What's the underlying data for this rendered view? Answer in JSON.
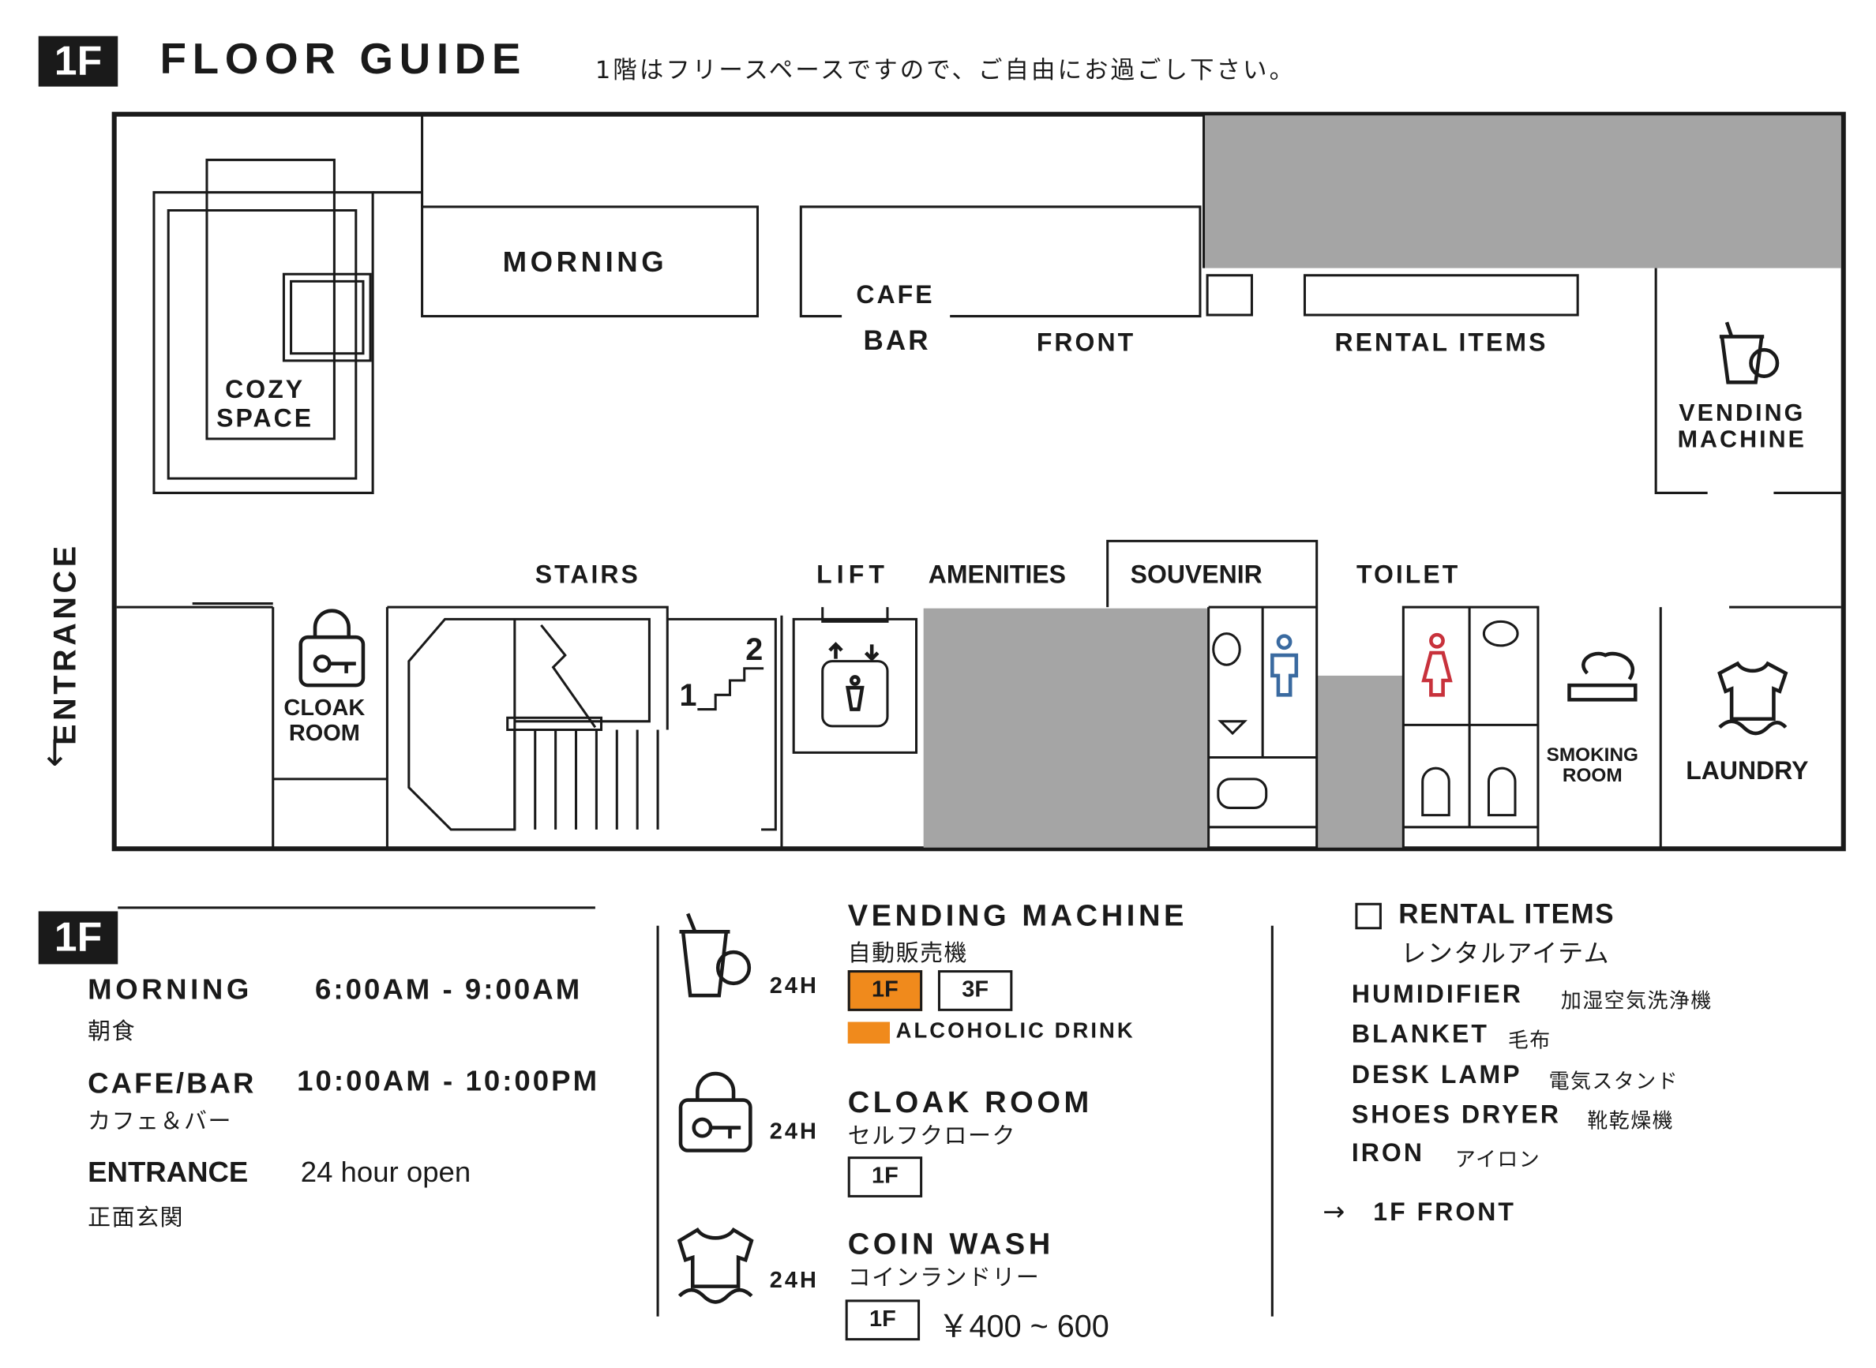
{
  "header": {
    "badge": "1F",
    "title": "FLOOR GUIDE",
    "subtitle": "1階はフリースペースですので、ご自由にお過ごし下さい。"
  },
  "plan": {
    "entrance": "ENTRANCE",
    "rooms": {
      "morning": "MORNING",
      "cafe": "CAFE",
      "bar": "BAR",
      "front": "FRONT",
      "rental_items": "RENTAL ITEMS",
      "cozy_line1": "COZY",
      "cozy_line2": "SPACE",
      "vending_line1": "VENDING",
      "vending_line2": "MACHINE",
      "stairs": "STAIRS",
      "lift": "LIFT",
      "amenities": "AMENITIES",
      "souvenir": "SOUVENIR",
      "toilet": "TOILET",
      "cloak_line1": "CLOAK",
      "cloak_line2": "ROOM",
      "smoking_line1": "SMOKING",
      "smoking_line2": "ROOM",
      "laundry": "LAUNDRY",
      "stair_step1": "1",
      "stair_step2": "2"
    },
    "colors": {
      "gray": "#a5a5a5",
      "men": "#3a6aa0",
      "women": "#c8323c"
    }
  },
  "hours": {
    "badge": "1F",
    "items": [
      {
        "en": "MORNING",
        "jp": "朝食",
        "time": "6:00AM - 9:00AM"
      },
      {
        "en": "CAFE/BAR",
        "jp": "カフェ＆バー",
        "time": "10:00AM - 10:00PM"
      },
      {
        "en": "ENTRANCE",
        "jp": "正面玄関",
        "time": "24 hour open"
      }
    ]
  },
  "services": {
    "vending": {
      "en": "VENDING MACHINE",
      "jp": "自動販売機",
      "hours": "24H",
      "floors": [
        "1F",
        "3F"
      ],
      "legend": "ALCOHOLIC DRINK",
      "accent": "#f08a1c"
    },
    "cloak": {
      "en": "CLOAK ROOM",
      "jp": "セルフクローク",
      "hours": "24H",
      "floors": [
        "1F"
      ]
    },
    "coin": {
      "en": "COIN WASH",
      "jp": "コインランドリー",
      "hours": "24H",
      "floors": [
        "1F"
      ],
      "price": "￥400 ~ 600"
    }
  },
  "rental": {
    "title": "RENTAL ITEMS",
    "jp": "レンタルアイテム",
    "items": [
      {
        "en": "HUMIDIFIER",
        "jp": "加湿空気洗浄機"
      },
      {
        "en": "BLANKET",
        "jp": "毛布"
      },
      {
        "en": "DESK LAMP",
        "jp": "電気スタンド"
      },
      {
        "en": "SHOES DRYER",
        "jp": "靴乾燥機"
      },
      {
        "en": "IRON",
        "jp": "アイロン"
      }
    ],
    "location": "1F FRONT",
    "arrow": "→"
  }
}
